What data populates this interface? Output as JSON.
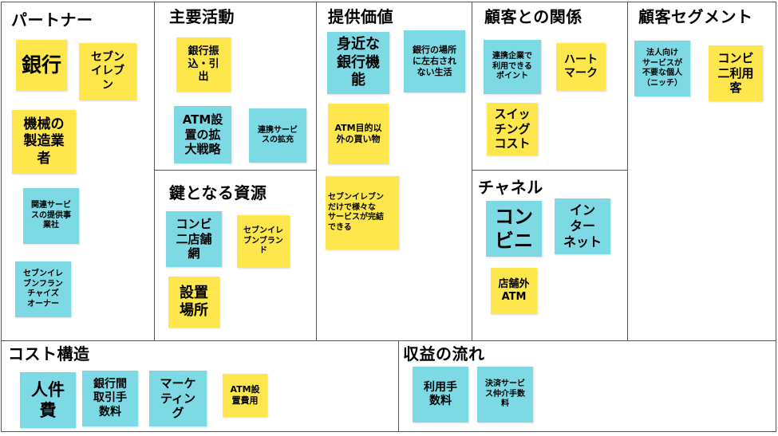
{
  "sections": {
    "partners": "パートナー",
    "activities": "主要活動",
    "resources": "鍵となる資源",
    "value": "提供価値",
    "relationships": "顧客との関係",
    "channels": "チャネル",
    "segments": "顧客セグメント",
    "costs": "コスト構造",
    "revenue": "収益の流れ"
  },
  "notes": {
    "partners": [
      {
        "text": "銀行",
        "color": "#fde74c"
      },
      {
        "text": "セブン\nイレブ\nン",
        "color": "#fde74c"
      },
      {
        "text": "機械の\n製造業\n者",
        "color": "#fde74c"
      },
      {
        "text": "関連サービ\nスの提供事\n業社",
        "color": "#7dd9e3"
      },
      {
        "text": "セブンイレ\nブンフラン\nチャイズ\nオーナー",
        "color": "#7dd9e3"
      }
    ],
    "activities": [
      {
        "text": "銀行振\n込・引\n出",
        "color": "#fde74c"
      },
      {
        "text": "ATM設\n置の拡\n大戦略",
        "color": "#7dd9e3"
      },
      {
        "text": "連携サービ\nスの拡充",
        "color": "#7dd9e3"
      }
    ],
    "resources": [
      {
        "text": "コンビ\n二店舗\n網",
        "color": "#7dd9e3"
      },
      {
        "text": "セブンイレ\nブンブラン\nド",
        "color": "#fde74c"
      },
      {
        "text": "設置\n場所",
        "color": "#fde74c"
      }
    ],
    "value": [
      {
        "text": "身近な\n銀行機\n能",
        "color": "#7dd9e3"
      },
      {
        "text": "銀行の場所\nに左右され\nない生活",
        "color": "#7dd9e3"
      },
      {
        "text": "ATM目的以\n外の買い物",
        "color": "#fde74c"
      },
      {
        "text": "セブンイレブン\nだけで様々な\nサービスが完結\nできる",
        "color": "#fde74c"
      }
    ],
    "relationships": [
      {
        "text": "連携企業で\n利用できる\nポイント",
        "color": "#7dd9e3"
      },
      {
        "text": "ハート\nマーク",
        "color": "#fde74c"
      },
      {
        "text": "スイッ\nチング\nコスト",
        "color": "#fde74c"
      }
    ],
    "channels": [
      {
        "text": "コン\nビニ",
        "color": "#7dd9e3"
      },
      {
        "text": "イン\nター\nネット",
        "color": "#7dd9e3"
      },
      {
        "text": "店舗外\nATM",
        "color": "#fde74c"
      }
    ],
    "segments": [
      {
        "text": "法人向け\nサービスが\n不要な個人\n（ニッチ）",
        "color": "#7dd9e3"
      },
      {
        "text": "コンビ\n二利用\n客",
        "color": "#fde74c"
      }
    ],
    "costs": [
      {
        "text": "人件\n費",
        "color": "#7dd9e3"
      },
      {
        "text": "銀行間\n取引手\n数料",
        "color": "#7dd9e3"
      },
      {
        "text": "マーケ\nティン\nグ",
        "color": "#7dd9e3"
      },
      {
        "text": "ATM設\n置費用",
        "color": "#fde74c"
      }
    ],
    "revenue": [
      {
        "text": "利用手\n数料",
        "color": "#7dd9e3"
      },
      {
        "text": "決済サービ\nス仲介手数\n料",
        "color": "#7dd9e3"
      }
    ]
  }
}
